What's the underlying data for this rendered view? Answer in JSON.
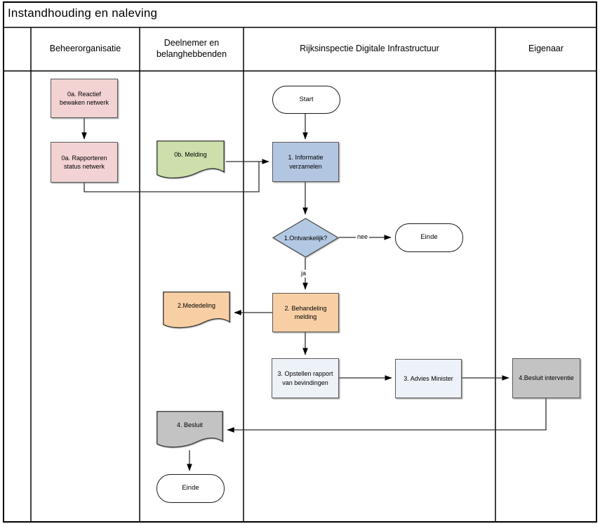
{
  "title": "Instandhouding en naleving",
  "lanes": {
    "lane1": "Beheerorganisatie",
    "lane2": "Deelnemer en belanghebbenden",
    "lane3": "Rijksinspectie Digitale Infrastructuur",
    "lane4": "Eigenaar"
  },
  "nodes": {
    "reactief_bewaken": "0a. Reactief bewaken netwerk",
    "rapporteren_status": "0a. Rapporteren status netwerk",
    "melding": "0b. Melding",
    "start": "Start",
    "informatie_verzamelen": "1. Informatie verzamelen",
    "ontvankelijk": "1.Ontvankelijk?",
    "einde_nee": "Einde",
    "mededeling": "2.Mededeling",
    "behandeling_melding": "2. Behandeling melding",
    "opstellen_rapport": "3. Opstellen rapport van bevindingen",
    "advies_minister": "3. Advies Minister",
    "besluit_interventie": "4.Besluit interventie",
    "besluit": "4. Besluit",
    "einde_slot": "Einde"
  },
  "edge_labels": {
    "nee": "nee",
    "ja": "ja"
  },
  "colors": {
    "pink": "#f2d2d2",
    "green": "#cde0ab",
    "blue": "#b3c6e1",
    "diamond_blue": "#b3c9e3",
    "orange": "#f8cfa4",
    "light": "#edf1f8",
    "gray": "#c3c3c3"
  }
}
